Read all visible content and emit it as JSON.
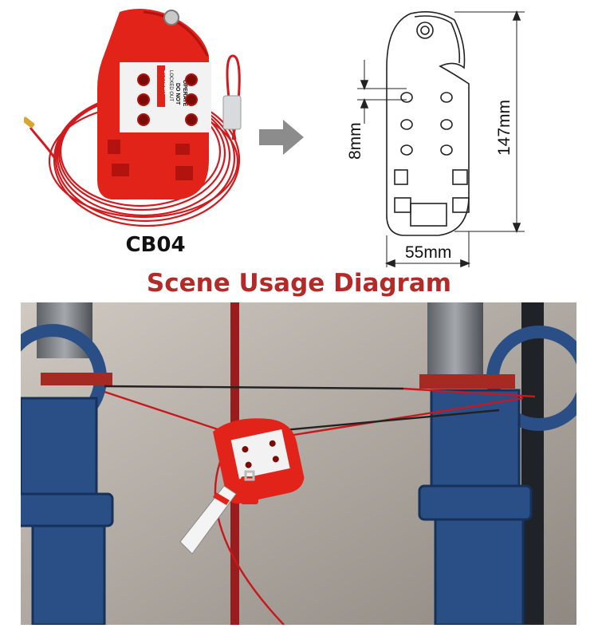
{
  "product": {
    "model": "CB04"
  },
  "drawing": {
    "height_dim": "147mm",
    "width_dim": "55mm",
    "hole_dim": "8mm"
  },
  "section": {
    "title": "Scene Usage Diagram"
  },
  "tag_text": {
    "danger": "DANGER",
    "locked": "LOCKED OUT",
    "do_not": "DO NOT",
    "operate": "OPERATE"
  },
  "colors": {
    "lock_red": "#e2231a",
    "title_red": "#b32a28",
    "valve_blue": "#2a4f86",
    "cable_red": "#c8181c"
  }
}
